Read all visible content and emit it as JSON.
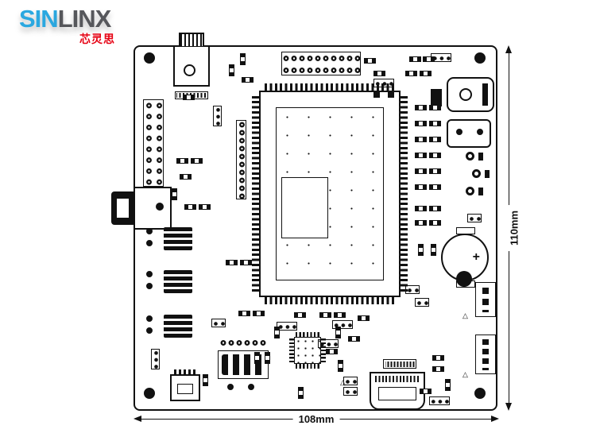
{
  "logo": {
    "text_blue": "SIN",
    "text_dark": "LINX",
    "subtitle": "芯灵思"
  },
  "dimensions": {
    "width": "108mm",
    "height": "110mm"
  },
  "symbols": {
    "battery_plus": "+",
    "polarity_triangle": "△"
  },
  "colors": {
    "logo_blue": "#2BA8E0",
    "logo_gray": "#56575B",
    "logo_red": "#E60012",
    "line": "#111111",
    "background": "#FFFFFF"
  }
}
